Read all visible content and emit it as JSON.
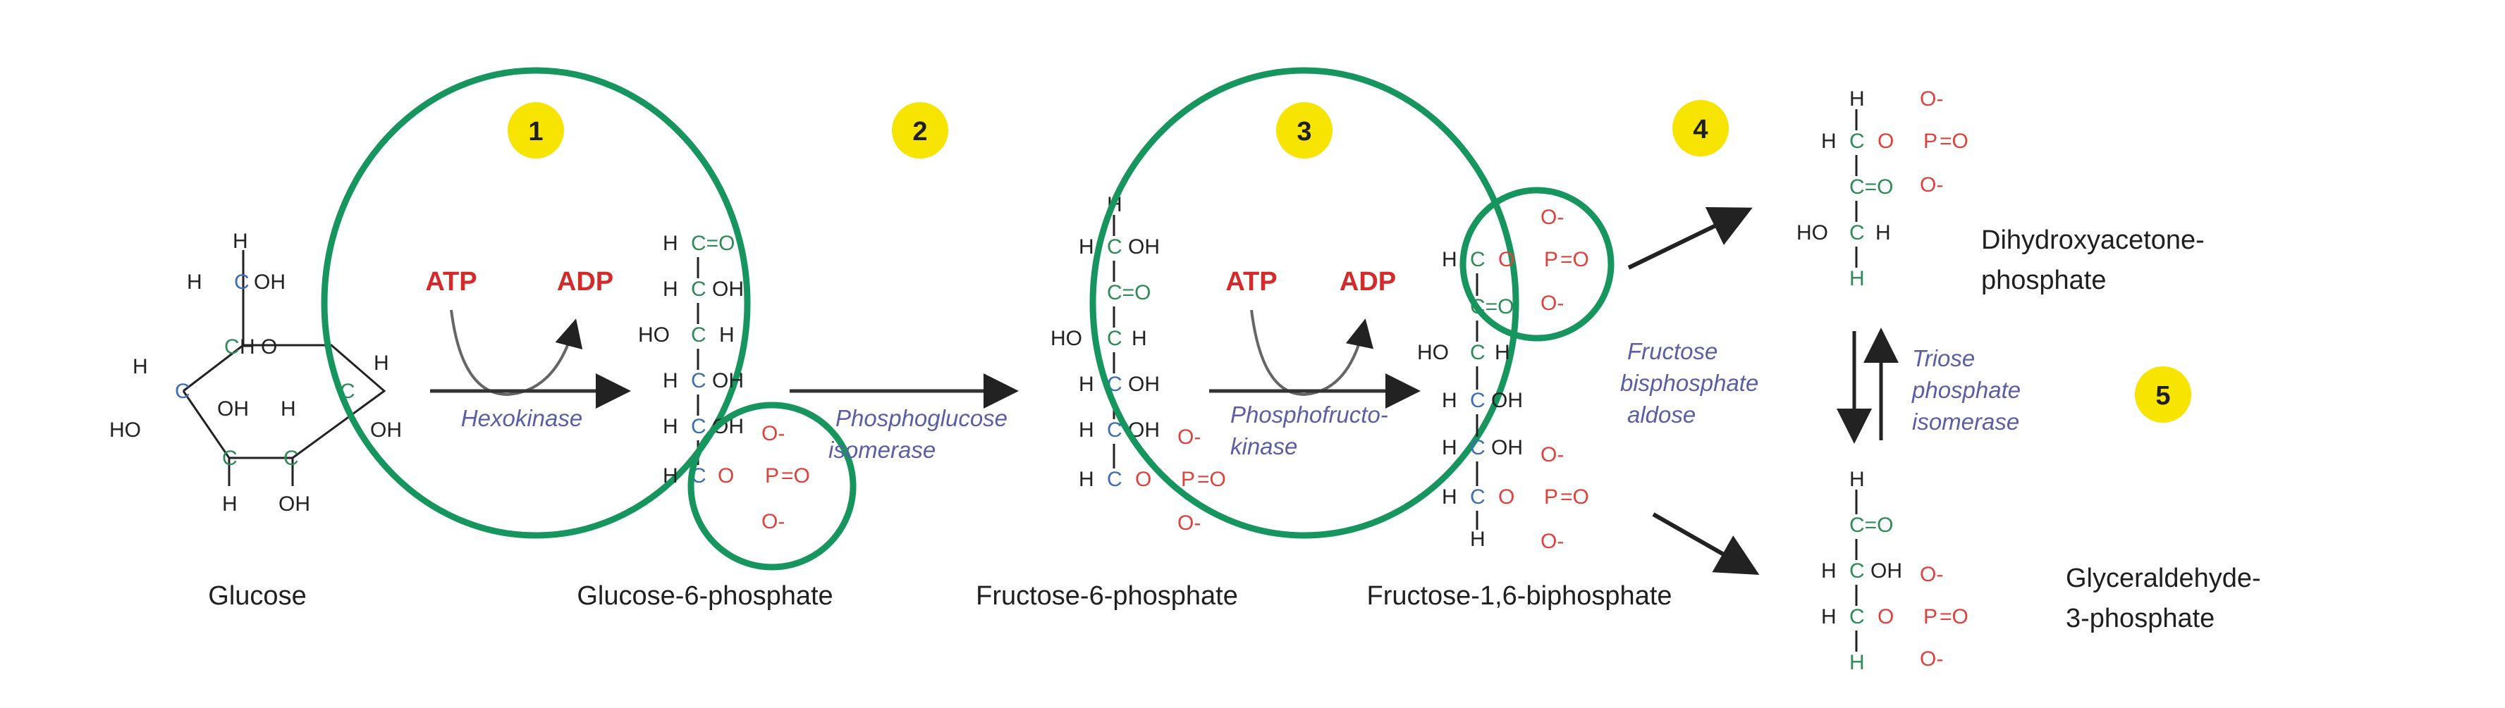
{
  "colors": {
    "highlight": "#17955f",
    "step_badge": "#f7e400",
    "energy": "#d42a2a",
    "enzyme": "#5b5ea6",
    "carbon": "#2e8b57",
    "blue_carbon": "#3d6db5",
    "phosphate": "#e0413b"
  },
  "molecules": {
    "glucose": "Glucose",
    "g6p": "Glucose-6-phosphate",
    "f6p": "Fructose-6-phosphate",
    "f16bp": "Fructose-1,6-biphosphate",
    "dhap_line1": "Dihydroxyacetone-",
    "dhap_line2": "phosphate",
    "g3p_line1": "Glyceraldehyde-",
    "g3p_line2": "3-phosphate"
  },
  "enzymes": {
    "hexokinase": "Hexokinase",
    "pgi_line1": "Phosphoglucose",
    "pgi_line2": "isomerase",
    "pfk_line1": "Phosphofructo-",
    "pfk_line2": "kinase",
    "aldolase_line1": "Fructose",
    "aldolase_line2": "bisphosphate",
    "aldolase_line3": "aldose",
    "tpi_line1": "Triose",
    "tpi_line2": "phosphate",
    "tpi_line3": "isomerase"
  },
  "energy": {
    "atp": "ATP",
    "adp": "ADP"
  },
  "steps": [
    "1",
    "2",
    "3",
    "4",
    "5"
  ],
  "atoms": {
    "H": "H",
    "C": "C",
    "O": "O",
    "P": "P",
    "OH": "OH",
    "HO": "HO",
    "O_minus": "O-",
    "CO": "C=O",
    "dbl": "=O"
  }
}
